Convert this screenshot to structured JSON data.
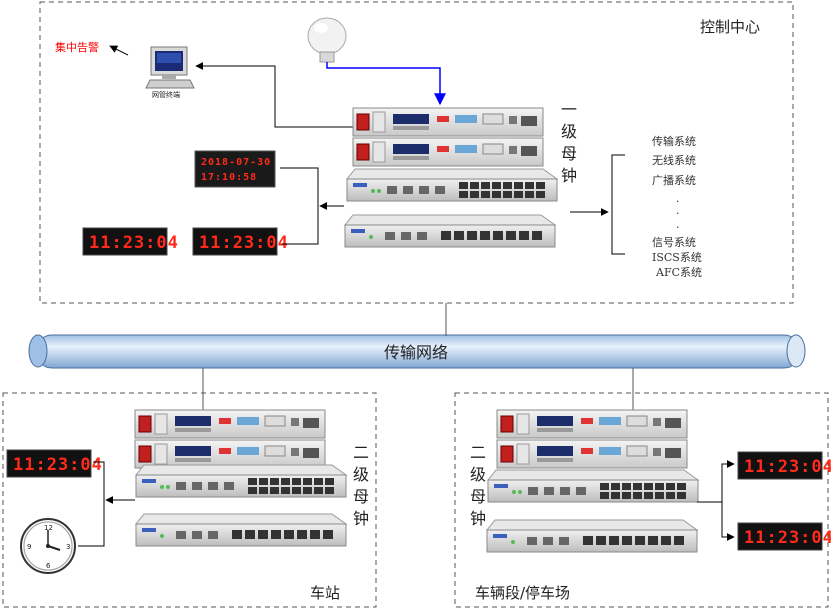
{
  "regions": {
    "control_center": "控制中心",
    "station": "车站",
    "depot": "车辆段/停车场"
  },
  "network_label": "传输网络",
  "alarm_label": "集中告警",
  "terminal_label": "网管终端",
  "master_clock_label": [
    "一",
    "级",
    "母",
    "钟"
  ],
  "secondary_clock_label": [
    "二",
    "级",
    "母",
    "钟"
  ],
  "systems": [
    "传输系统",
    "无线系统",
    "广播系统",
    ".",
    ".",
    ".",
    "信号系统",
    "ISCS系统",
    "AFC系统"
  ],
  "clock_display": "11:23:04",
  "calendar_display": {
    "date": "2018-07-30",
    "time": "17:10:58"
  },
  "colors": {
    "alarm_text": "#ff0000",
    "gps_line": "#0000ff",
    "clock_digits": "#ff2a1a",
    "network_pipe": "#b9d3ee"
  }
}
